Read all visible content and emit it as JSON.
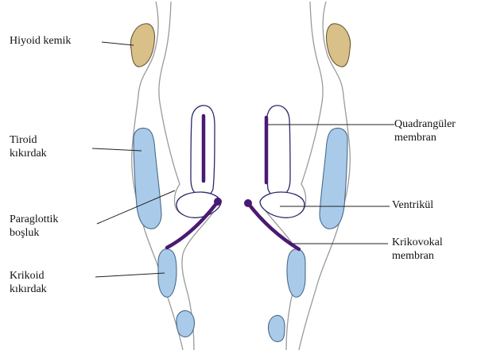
{
  "labels": {
    "hyoid_bone": "Hiyoid kemik",
    "thyroid_cartilage_line1": "Tiroid",
    "thyroid_cartilage_line2": "kıkırdak",
    "paraglottic_space_line1": "Paraglottik",
    "paraglottic_space_line2": "boşluk",
    "cricoid_cartilage_line1": "Krikoid",
    "cricoid_cartilage_line2": "kıkırdak",
    "quadrangular_membrane_line1": "Quadrangüler",
    "quadrangular_membrane_line2": "membran",
    "ventricle": "Ventrikül",
    "cricovocal_membrane_line1": "Krikovokal",
    "cricovocal_membrane_line2": "membran"
  },
  "colors": {
    "bone": "#d8c088",
    "cartilage": "#a9cbe9",
    "membrane": "#4a1a73",
    "outline": "#9a9a9a",
    "inner_outline": "#2a2a6a",
    "leader": "#222222"
  }
}
